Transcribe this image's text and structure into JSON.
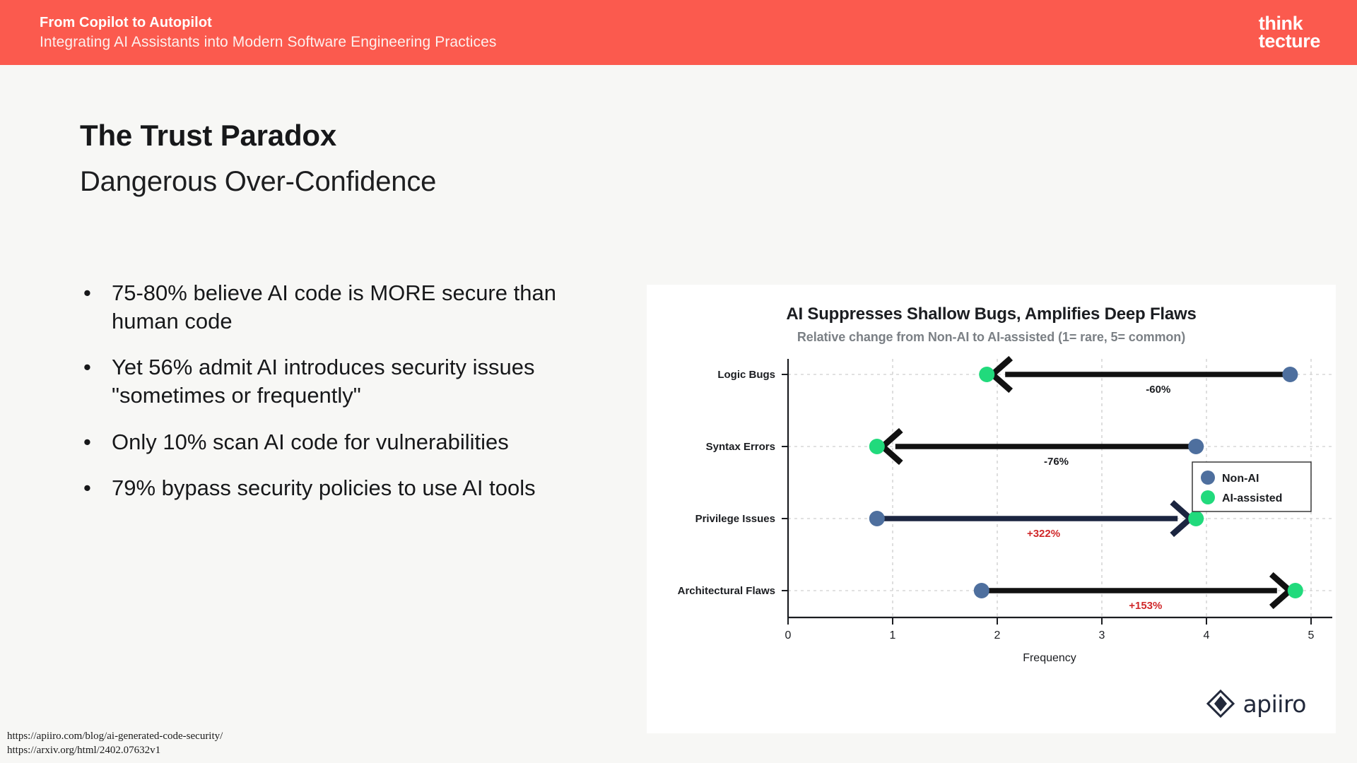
{
  "header": {
    "title": "From Copilot to Autopilot",
    "subtitle": "Integrating AI Assistants into Modern Software Engineering Practices",
    "brand_line1": "think",
    "brand_line2": "tecture",
    "bar_color": "#fb5a4e"
  },
  "slide": {
    "title": "The Trust Paradox",
    "subtitle": "Dangerous Over-Confidence",
    "bullet_marker": "•",
    "bullets": [
      "75-80% believe AI code is MORE secure than human code",
      "Yet 56% admit AI introduces security issues \"sometimes or frequently\"",
      "Only 10% scan AI code for vulnerabilities",
      "79% bypass security policies to use AI tools"
    ],
    "footer_links": [
      "https://apiiro.com/blog/ai-generated-code-security/",
      "https://arxiv.org/html/2402.07632v1"
    ]
  },
  "chart_card": {
    "source_logo_text": "apiiro"
  },
  "chart_data": {
    "type": "scatter",
    "title": "AI Suppresses Shallow Bugs, Amplifies Deep Flaws",
    "subtitle": "Relative change from Non-AI to AI-assisted (1= rare, 5= common)",
    "xlabel": "Frequency",
    "ylabel": "",
    "xlim": [
      0,
      5
    ],
    "xticks": [
      0,
      1,
      2,
      3,
      4,
      5
    ],
    "xtick_labels": [
      "0",
      "1",
      "2",
      "3",
      "4",
      "5"
    ],
    "grid": true,
    "legend_position": "right-middle",
    "legend": [
      {
        "name": "Non-AI",
        "color": "#4e6f9e"
      },
      {
        "name": "AI-assisted",
        "color": "#21da7c"
      }
    ],
    "categories": [
      "Logic Bugs",
      "Syntax Errors",
      "Privilege Issues",
      "Architectural Flaws"
    ],
    "series": [
      {
        "name": "Non-AI",
        "values": [
          4.8,
          3.9,
          0.85,
          1.85
        ]
      },
      {
        "name": "AI-assisted",
        "values": [
          1.9,
          0.85,
          3.9,
          4.85
        ]
      }
    ],
    "annotations": [
      {
        "category": "Logic Bugs",
        "label": "-60%",
        "color": "#1b1d21",
        "direction": "decrease"
      },
      {
        "category": "Syntax Errors",
        "label": "-76%",
        "color": "#1b1d21",
        "direction": "decrease"
      },
      {
        "category": "Privilege Issues",
        "label": "+322%",
        "color": "#d0282a",
        "direction": "increase"
      },
      {
        "category": "Architectural Flaws",
        "label": "+153%",
        "color": "#d0282a",
        "direction": "increase"
      }
    ]
  }
}
